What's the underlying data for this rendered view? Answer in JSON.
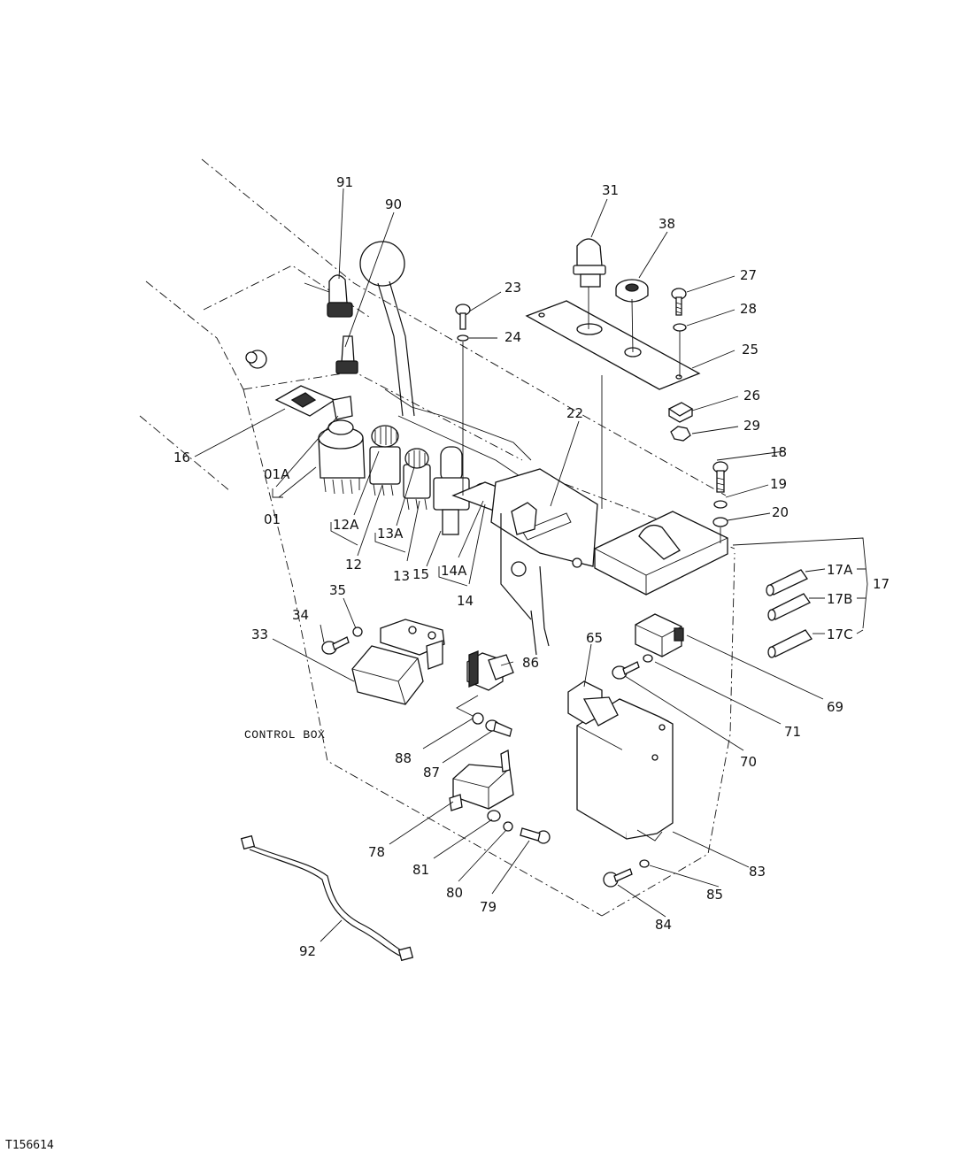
{
  "figure_id": "T156614",
  "assembly_label": "CONTROL BOX",
  "callouts": [
    "91",
    "90",
    "31",
    "38",
    "23",
    "27",
    "24",
    "28",
    "25",
    "26",
    "29",
    "22",
    "16",
    "01A",
    "01",
    "12A",
    "12",
    "13A",
    "13",
    "15",
    "14A",
    "14",
    "18",
    "19",
    "20",
    "17A",
    "17B",
    "17C",
    "17",
    "35",
    "34",
    "33",
    "86",
    "65",
    "69",
    "71",
    "70",
    "88",
    "87",
    "78",
    "81",
    "80",
    "79",
    "83",
    "85",
    "84",
    "92"
  ]
}
